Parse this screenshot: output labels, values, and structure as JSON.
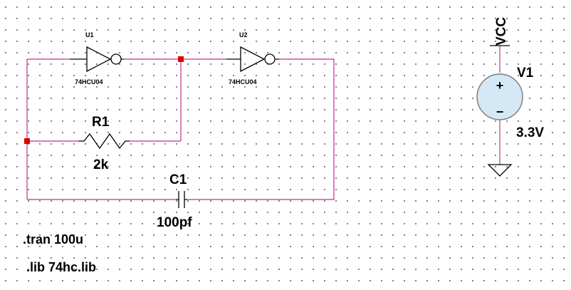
{
  "schematic": {
    "u1": {
      "ref": "U1",
      "part": "74HCU04"
    },
    "u2": {
      "ref": "U2",
      "part": "74HCU04"
    },
    "r1": {
      "ref": "R1",
      "value": "2k"
    },
    "c1": {
      "ref": "C1",
      "value": "100pf"
    },
    "v1": {
      "ref": "V1",
      "value": "3.3V",
      "plus": "+",
      "minus": "−"
    },
    "vcc_label": "VCC",
    "directives": [
      ".tran 100u",
      ".lib 74hc.lib"
    ],
    "colors": {
      "wire": "#c0308f",
      "component": "#000000",
      "junction": "#e00000",
      "source_fill": "#d4e8f5",
      "source_stroke": "#7a7a7a",
      "grid_dot": "#6f6f6f"
    }
  }
}
